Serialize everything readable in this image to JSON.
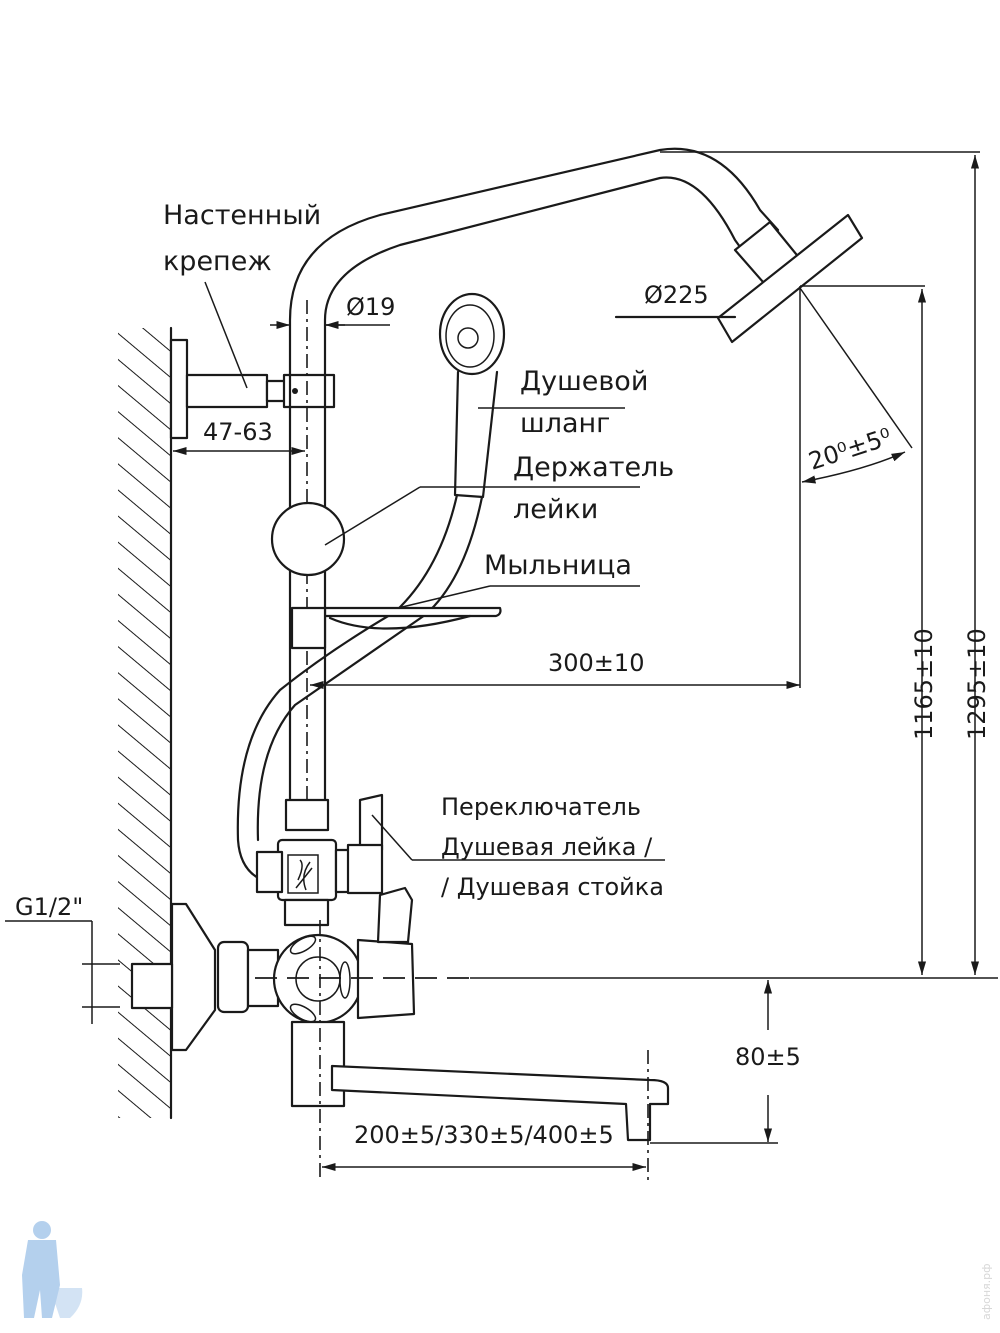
{
  "title": "Душевая система — габаритный чертёж",
  "labels": {
    "wall_mount_line1": "Настенный",
    "wall_mount_line2": "крепеж",
    "hose_line1": "Душевой",
    "hose_line2": "шланг",
    "holder_line1": "Держатель",
    "holder_line2": "лейки",
    "soap_dish": "Мыльница",
    "switch_line1": "Переключатель",
    "switch_line2": "Душевая лейка /",
    "switch_line3": "/ Душевая стойка"
  },
  "dimensions": {
    "pipe_diameter": "Ø19",
    "head_diameter": "Ø225",
    "wall_offset": "47-63",
    "head_angle": "20⁰±5⁰",
    "reach": "300±10",
    "height_head": "1165±10",
    "height_total": "1295±10",
    "thread": "G1/2\"",
    "spout_drop": "80±5",
    "spout_length": "200±5/330±5/400±5"
  },
  "watermark": {
    "text": "афоня.рф",
    "icon": "plumber-mascot-icon"
  },
  "colors": {
    "line": "#1a1a1a",
    "background": "#ffffff",
    "watermark": "#a8c8ea"
  }
}
